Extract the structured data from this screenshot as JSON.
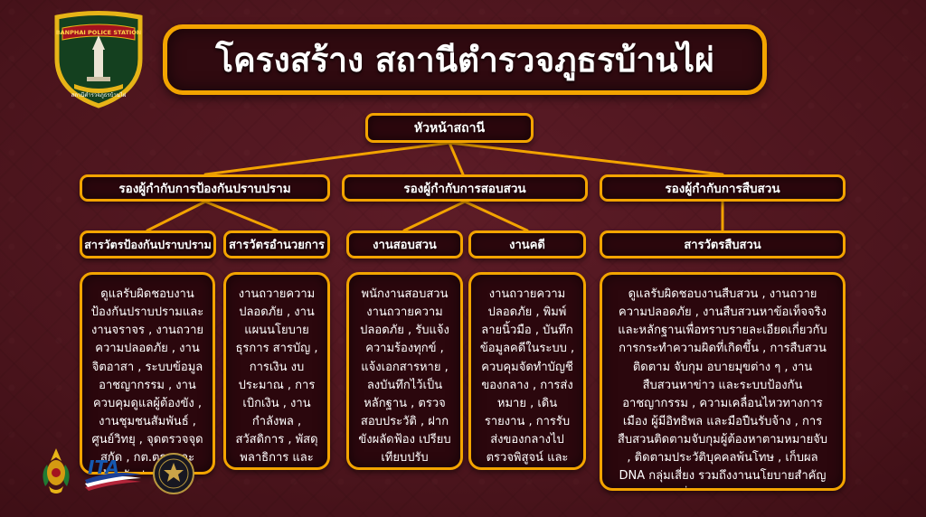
{
  "title": "โครงสร้าง สถานีตำรวจภูธรบ้านไผ่",
  "crest": {
    "banner_text": "BANPHAI POLICE STATION",
    "footer_text": "สถานีตำรวจภูธรบ้านไผ่"
  },
  "org": {
    "root": "หัวหน้าสถานี",
    "deputies": [
      {
        "label": "รองผู้กำกับการป้องกันปราบปราม"
      },
      {
        "label": "รองผู้กำกับการสอบสวน"
      },
      {
        "label": "รองผู้กำกับการสืบสวน"
      }
    ],
    "units": [
      {
        "label": "สารวัตรป้องกันปราบปราม",
        "detail": "ดูแลรับผิดชอบงานป้องกันปราบปรามและงานจราจร , งานถวายความปลอดภัย , งานจิตอาสา , ระบบข้อมูลอาชญากรรม , งานควบคุมดูแลผู้ต้องขัง , งานชุมชนสัมพันธ์ , ศูนย์วิทยุ , จุดตรวจจุดสกัด , กต.ตร. และป้องกันปราบปรามอบายมุข เป็นต้น"
      },
      {
        "label": "สารวัตรอำนวยการ",
        "detail": "งานถวายความปลอดภัย , งานแผนนโยบาย ธุรการ สารบัญ , การเงิน งบประมาณ , การเบิกเงิน , งานกำลังพล , สวัสดิการ , พัสดุ พลาธิการ และสรรพาวุธ"
      },
      {
        "label": "งานสอบสวน",
        "detail": "พนักงานสอบสวน งานถวายความปลอดภัย , รับแจ้งความร้องทุกข์ , แจ้งเอกสารหาย , ลงบันทึกไว้เป็นหลักฐาน , ตรวจสอบประวัติ , ฝากขังผลัดฟ้อง เปรียบเทียบปรับ"
      },
      {
        "label": "งานคดี",
        "detail": "งานถวายความปลอดภัย , พิมพ์ลายนิ้วมือ , บันทึกข้อมูลคดีในระบบ , ควบคุมจัดทำบัญชีของกลาง , การส่งหมาย , เดินรายงาน , การรับส่งของกลางไปตรวจพิสูจน์ และช่วยเหลืองาน พงส."
      },
      {
        "label": "สารวัตรสืบสวน",
        "detail": "ดูแลรับผิดชอบงานสืบสวน , งานถวายความปลอดภัย , งานสืบสวนหาข้อเท็จจริง และหลักฐานเพื่อทราบรายละเอียดเกี่ยวกับการกระทำความผิดที่เกิดขึ้น , การสืบสวน ติดตาม จับกุม อบายมุขต่าง ๆ , งานสืบสวนหาข่าว และระบบป้องกันอาชญากรรม , ความเคลื่อนไหวทางการเมือง ผู้มีอิทธิพล และมือปืนรับจ้าง , การสืบสวนติดตามจับกุมผู้ต้องหาตามหมายจับ , ติดตามประวัติบุคคลพ้นโทษ , เก็บผล DNA กลุ่มเสี่ยง รวมถึงงานนโยบายสำคัญตามข้อสั่งการของผู้บังคับบัญชา"
      }
    ]
  },
  "logos": {
    "ita_label": "ITA"
  },
  "colors": {
    "background": "#4a141c",
    "box_background": "#2b070d",
    "border_gold": "#f3a400",
    "text": "#ffffff"
  }
}
